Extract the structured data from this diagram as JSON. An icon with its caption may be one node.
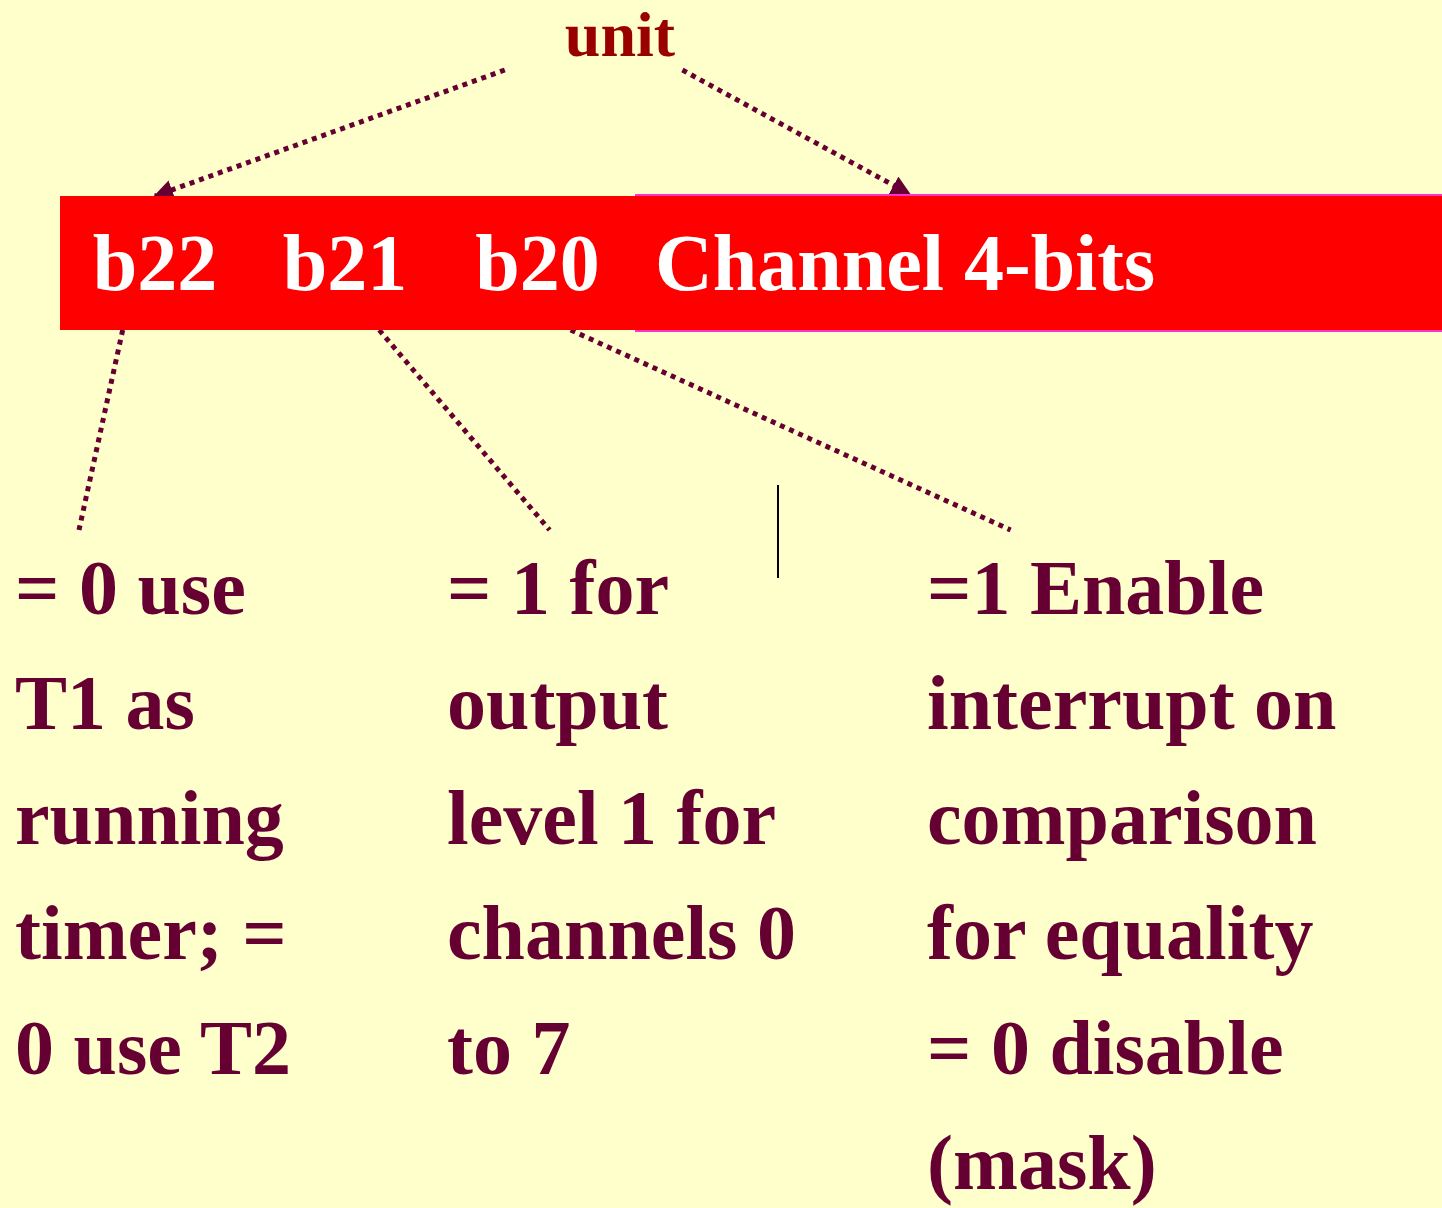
{
  "diagram": {
    "nodes": [
      {
        "text": [
          "unit"
        ]
      },
      {
        "text": [
          "b22"
        ]
      },
      {
        "text": [
          "b21"
        ]
      },
      {
        "text": [
          "b20"
        ]
      },
      {
        "text": [
          "Channel 4-bits"
        ]
      },
      {
        "text": [
          "= 0 use T1 as running timer; = 0 use T2"
        ]
      },
      {
        "text": [
          "= 1 for output level 1 for channels 0 to 7"
        ]
      },
      {
        "text": [
          "=1 Enable interrupt on comparison for equality = 0 disable (mask)"
        ]
      }
    ],
    "edges": [
      {
        "from": 0,
        "to": 1,
        "arrow": "to",
        "style": "dashed"
      },
      {
        "from": 0,
        "to": 4,
        "arrow": "to",
        "style": "dashed"
      },
      {
        "from": 1,
        "to": 5,
        "arrow": "none",
        "style": "dashed"
      },
      {
        "from": 2,
        "to": 6,
        "arrow": "none",
        "style": "dashed"
      },
      {
        "from": 3,
        "to": 7,
        "arrow": "none",
        "style": "dashed"
      }
    ]
  }
}
